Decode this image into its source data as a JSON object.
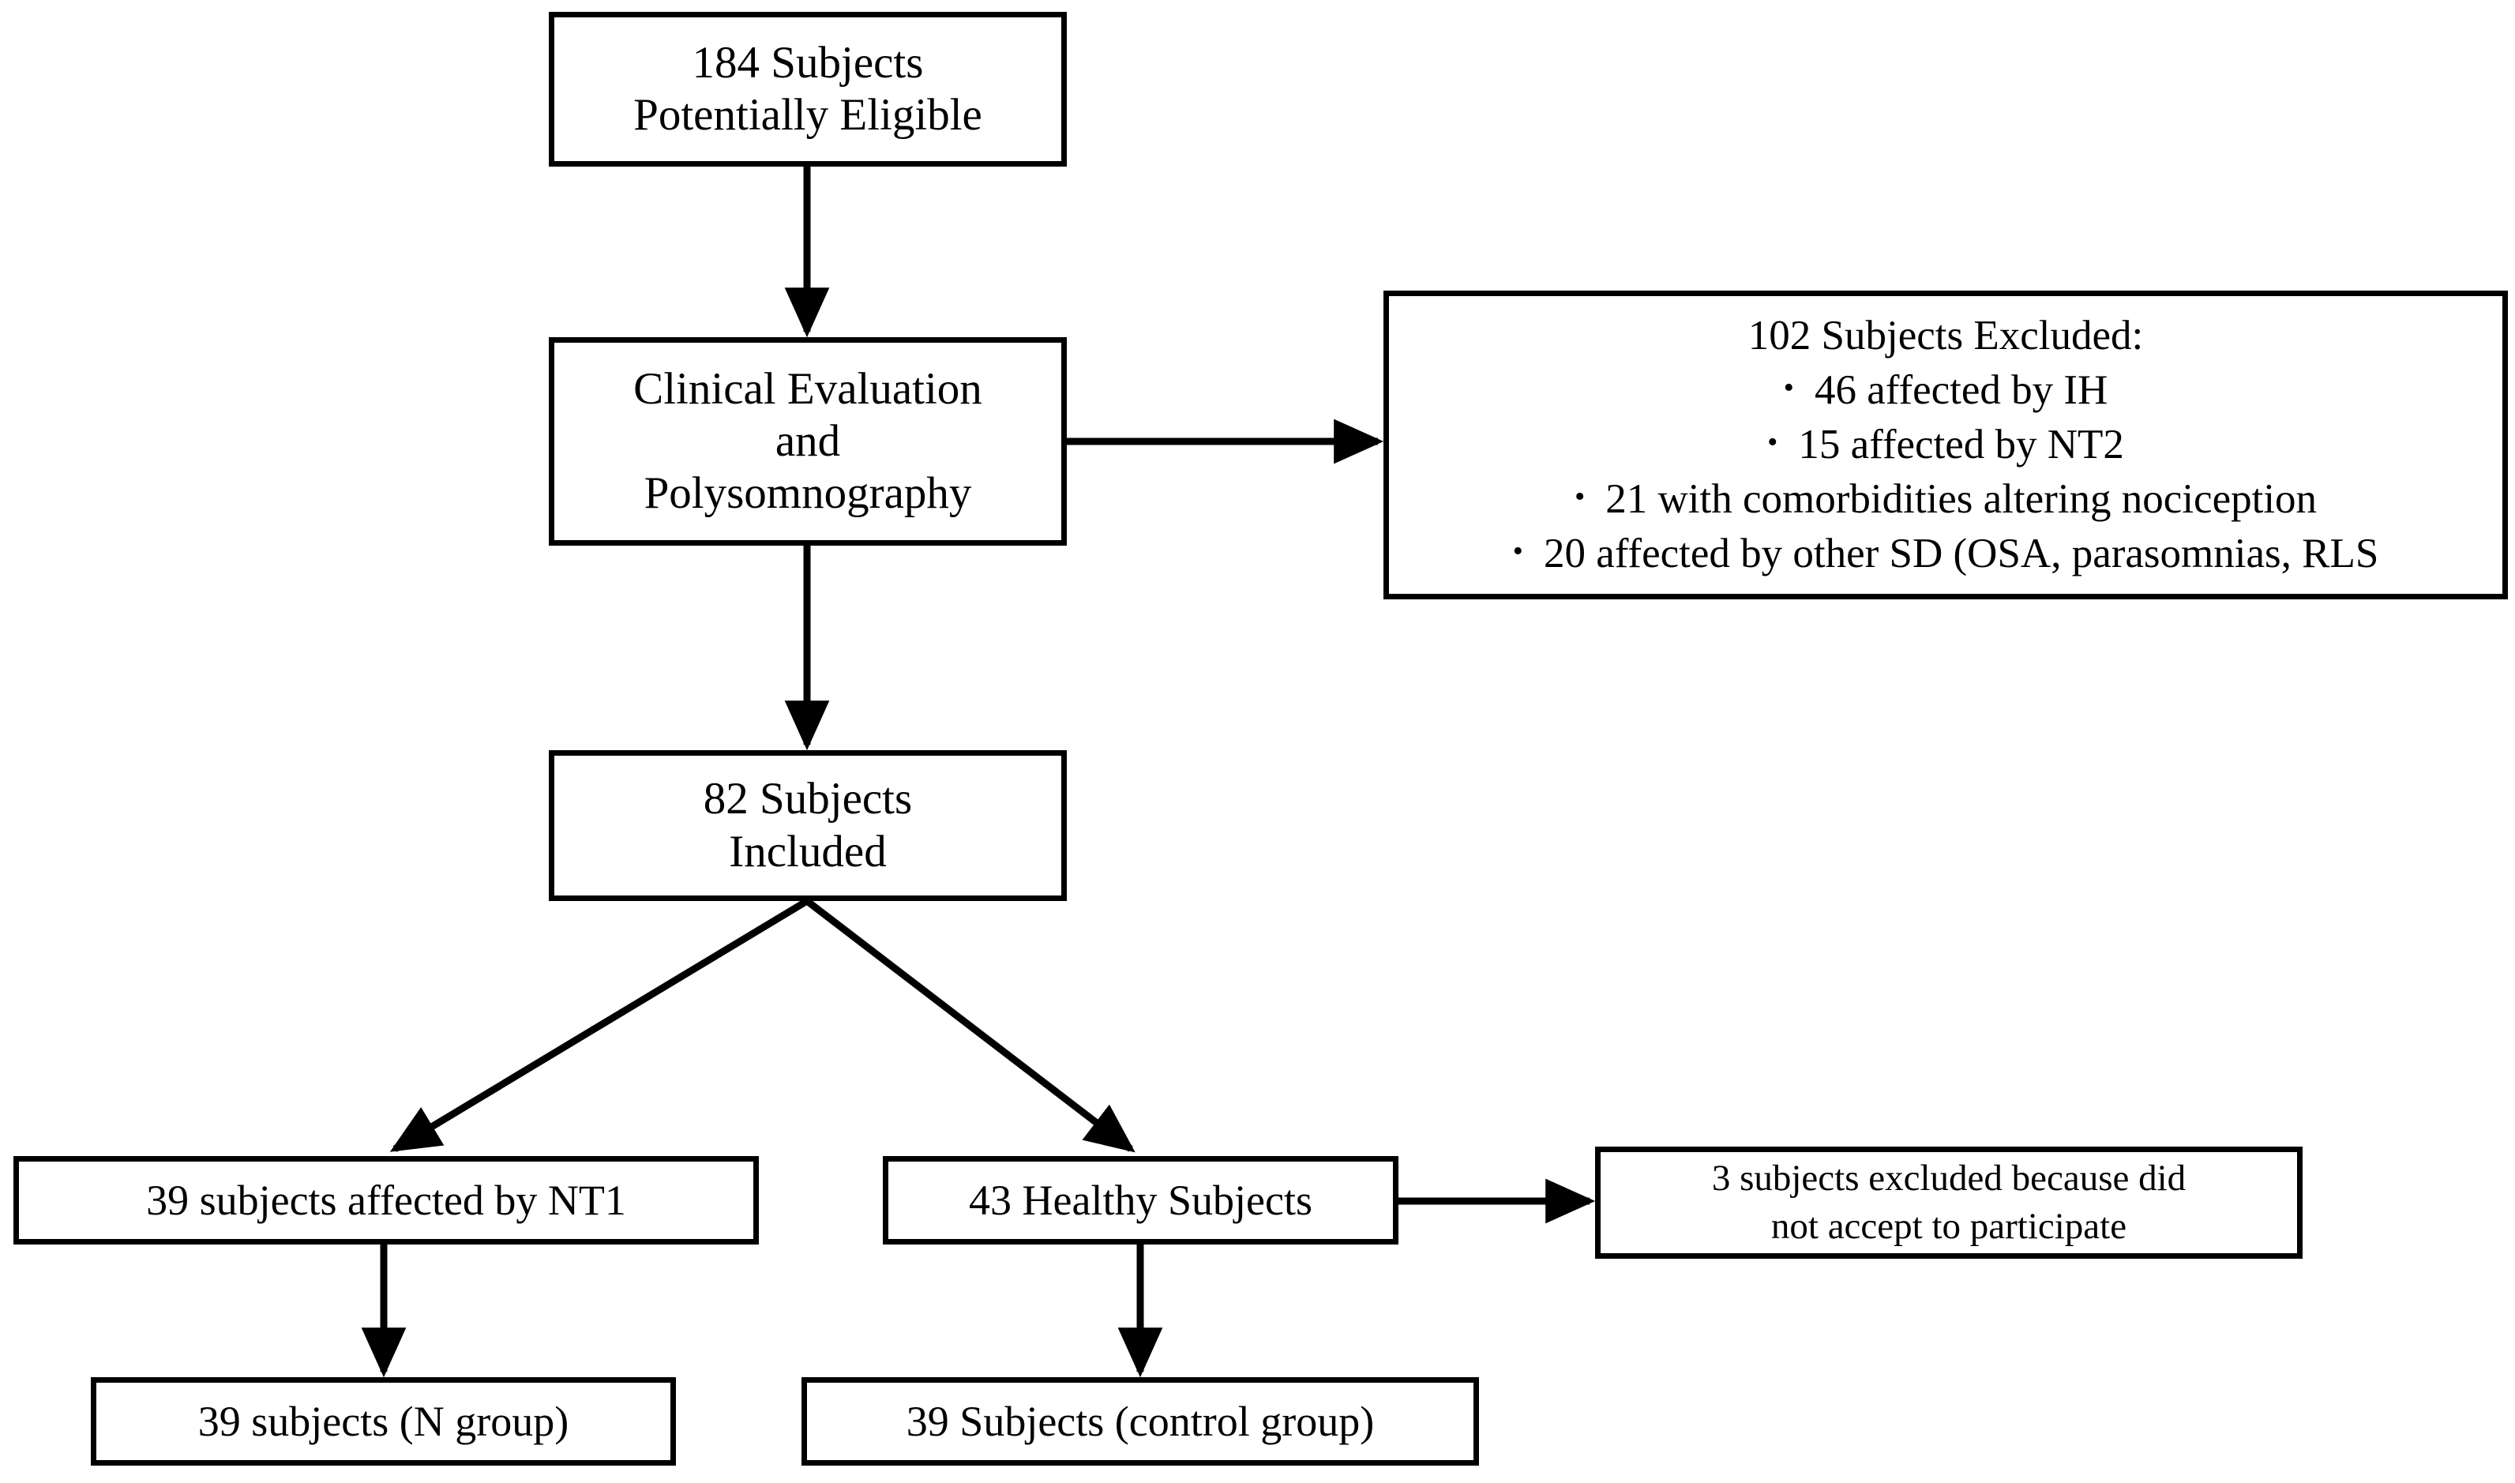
{
  "diagram": {
    "type": "flowchart",
    "title": "Study participant flow diagram",
    "nodes": {
      "eligible": {
        "lines": [
          "184 Subjects",
          "Potentially Eligible"
        ]
      },
      "evaluation": {
        "lines": [
          "Clinical Evaluation",
          "and",
          "Polysomnography"
        ]
      },
      "excluded_102": {
        "heading": "102 Subjects Excluded:",
        "bullet_glyph": "•",
        "items": [
          "46 affected by IH",
          "15 affected by NT2",
          "21 with comorbidities altering nociception",
          "20 affected by other SD (OSA, parasomnias, RLS"
        ]
      },
      "included": {
        "lines": [
          "82 Subjects",
          "Included"
        ]
      },
      "nt1": {
        "lines": [
          "39 subjects affected by NT1"
        ]
      },
      "healthy": {
        "lines": [
          "43 Healthy Subjects"
        ]
      },
      "excluded_3": {
        "lines": [
          "3 subjects excluded because did",
          "not accept to participate"
        ]
      },
      "ngroup": {
        "lines": [
          "39 subjects (N group)"
        ]
      },
      "control": {
        "lines": [
          "39 Subjects (control group)"
        ]
      }
    },
    "edges": [
      {
        "from": "eligible",
        "to": "evaluation",
        "kind": "vertical-arrow"
      },
      {
        "from": "evaluation",
        "to": "excluded_102",
        "kind": "horizontal-arrow"
      },
      {
        "from": "evaluation",
        "to": "included",
        "kind": "vertical-arrow"
      },
      {
        "from": "included",
        "to": "nt1",
        "kind": "diagonal-arrow"
      },
      {
        "from": "included",
        "to": "healthy",
        "kind": "diagonal-arrow"
      },
      {
        "from": "healthy",
        "to": "excluded_3",
        "kind": "horizontal-arrow"
      },
      {
        "from": "nt1",
        "to": "ngroup",
        "kind": "vertical-arrow"
      },
      {
        "from": "healthy",
        "to": "control",
        "kind": "vertical-arrow"
      }
    ],
    "style": {
      "background": "#ffffff",
      "stroke": "#000000",
      "text": "#000000"
    }
  }
}
